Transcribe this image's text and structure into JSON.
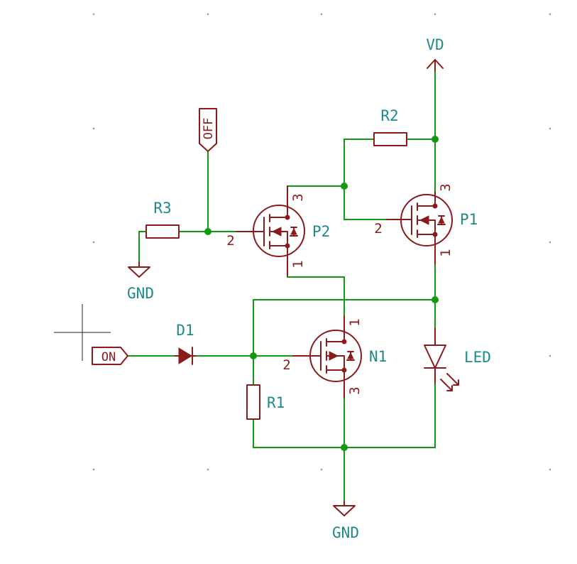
{
  "components": {
    "r1": "R1",
    "r2": "R2",
    "r3": "R3",
    "d1": "D1",
    "n1": "N1",
    "p1": "P1",
    "p2": "P2",
    "led": "LED"
  },
  "power": {
    "vd": "VD",
    "gnd_left": "GND",
    "gnd_bottom": "GND"
  },
  "labels": {
    "on": "ON",
    "off": "OFF"
  },
  "pins": {
    "p2_gate": "2",
    "p2_drain": "3",
    "p2_source": "1",
    "p1_gate": "2",
    "p1_drain": "3",
    "p1_source": "1",
    "n1_gate": "2",
    "n1_drain": "1",
    "n1_source": "3"
  },
  "colors": {
    "wire": "#119911",
    "symbol": "#8b1a1a",
    "reference": "#1f8a8a",
    "background": "#ffffff"
  }
}
